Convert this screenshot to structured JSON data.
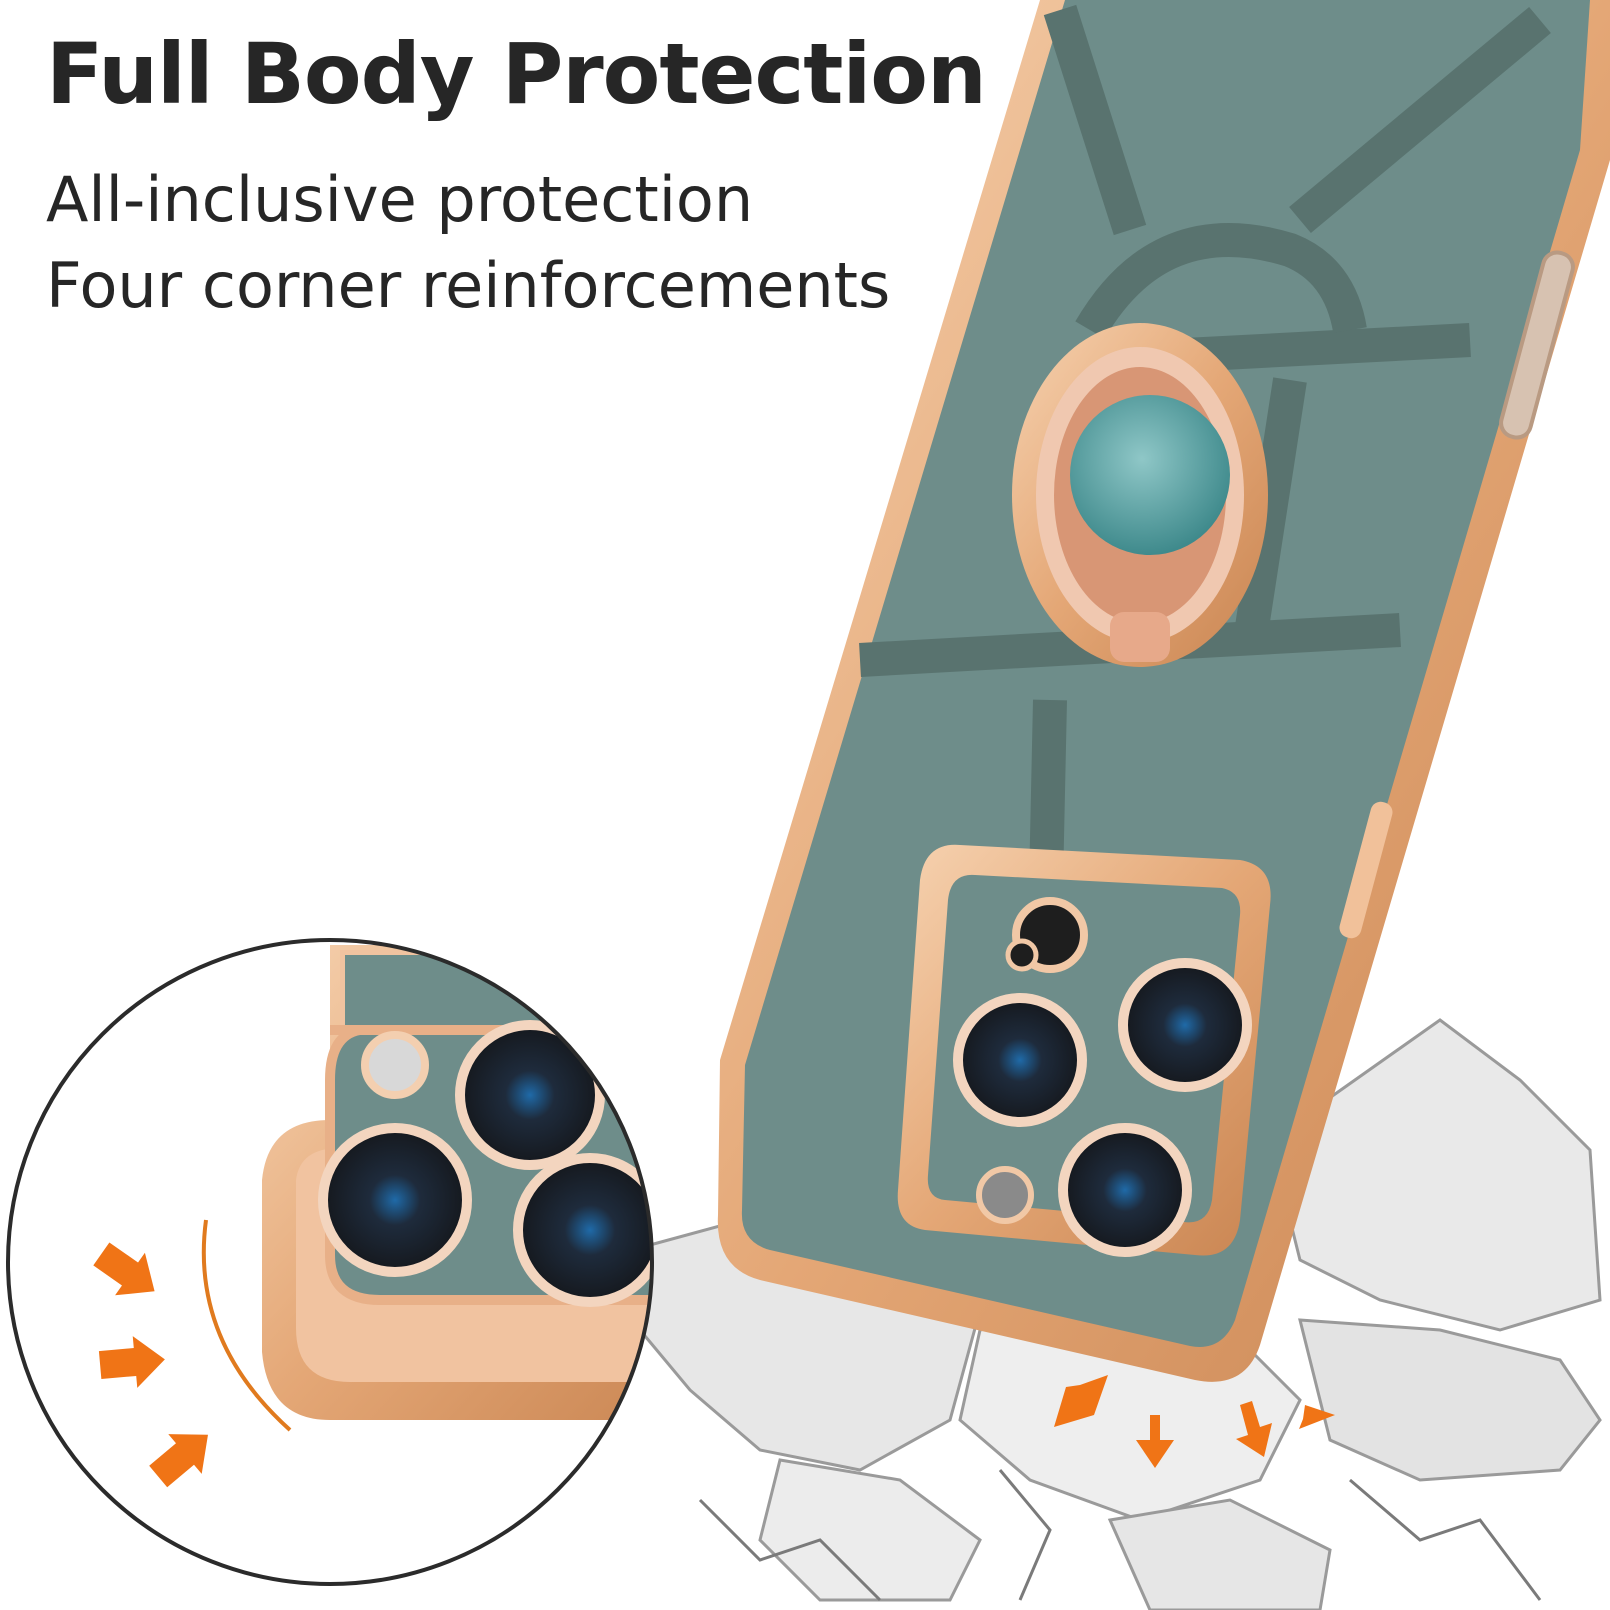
{
  "headline": "Full Body Protection",
  "features": [
    "All-inclusive protection",
    "Four corner reinforcements"
  ],
  "colors": {
    "case_green": "#6e8d8a",
    "case_green_dark": "#59736f",
    "gold_trim": "#e9b183",
    "arrow_orange": "#f07416",
    "text": "#262626"
  }
}
